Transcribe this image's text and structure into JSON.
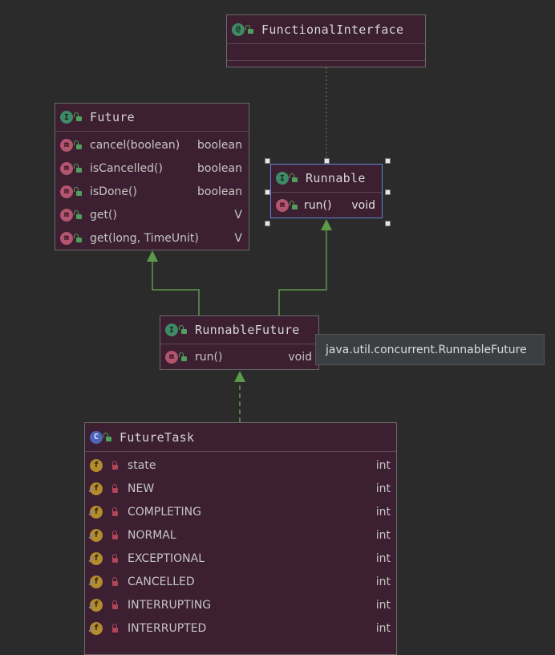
{
  "nodes": {
    "functional_interface": {
      "kind": "@",
      "name": "FunctionalInterface"
    },
    "future": {
      "kind": "I",
      "name": "Future",
      "methods": [
        {
          "name": "cancel(boolean)",
          "type": "boolean"
        },
        {
          "name": "isCancelled()",
          "type": "boolean"
        },
        {
          "name": "isDone()",
          "type": "boolean"
        },
        {
          "name": "get()",
          "type": "V"
        },
        {
          "name": "get(long, TimeUnit)",
          "type": "V"
        }
      ]
    },
    "runnable": {
      "kind": "I",
      "name": "Runnable",
      "methods": [
        {
          "name": "run()",
          "type": "void"
        }
      ]
    },
    "runnable_future": {
      "kind": "I",
      "name": "RunnableFuture",
      "methods": [
        {
          "name": "run()",
          "type": "void"
        }
      ]
    },
    "future_task": {
      "kind": "C",
      "name": "FutureTask",
      "fields": [
        {
          "name": "state",
          "type": "int"
        },
        {
          "name": "NEW",
          "type": "int"
        },
        {
          "name": "COMPLETING",
          "type": "int"
        },
        {
          "name": "NORMAL",
          "type": "int"
        },
        {
          "name": "EXCEPTIONAL",
          "type": "int"
        },
        {
          "name": "CANCELLED",
          "type": "int"
        },
        {
          "name": "INTERRUPTING",
          "type": "int"
        },
        {
          "name": "INTERRUPTED",
          "type": "int"
        }
      ]
    }
  },
  "tooltip": {
    "text": "java.util.concurrent.RunnableFuture"
  },
  "colors": {
    "background": "#2b2b2b",
    "node_fill": "#3c1f30",
    "edge_green": "#5c9a4a",
    "selection_blue": "#5b86d8"
  }
}
